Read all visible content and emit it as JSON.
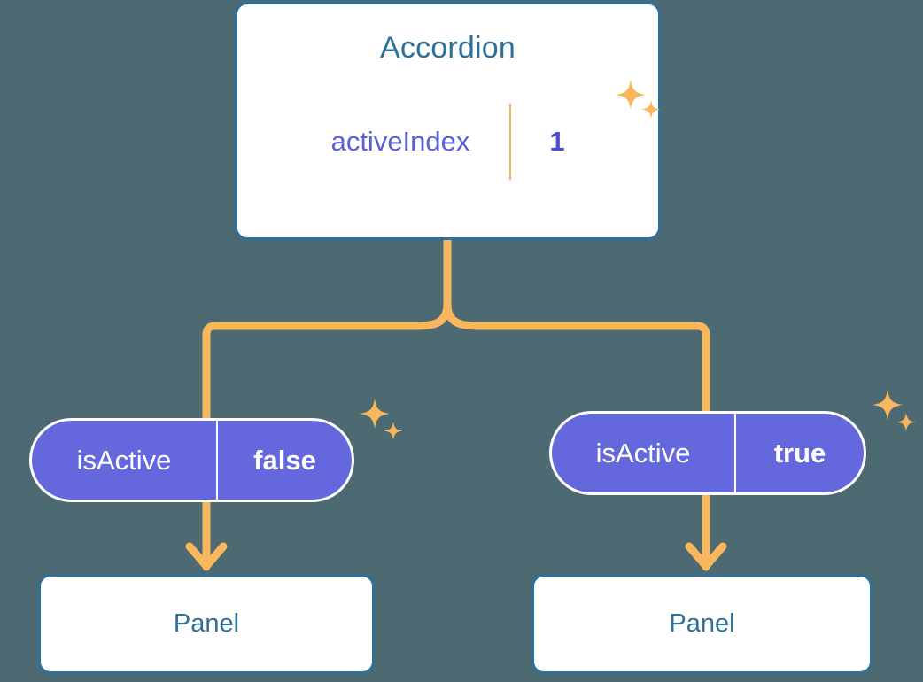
{
  "background_color": "#4d6a73",
  "colors": {
    "card_border": "#2d7099",
    "card_title": "#2d7099",
    "pill_ring": "#f8b75c",
    "pill_halo": "#fbdfb1",
    "pill_fill_solid": "#6468dc",
    "pill_text_purple": "#5b5fd9",
    "pill_text_white": "#ffffff",
    "connector": "#f8b75c",
    "panel_background": "#ffffff"
  },
  "root": {
    "title": "Accordion",
    "state_badge": {
      "key": "activeIndex",
      "value": "1"
    },
    "sparkle_icon": "sparkle-icon"
  },
  "children": [
    {
      "id": "left",
      "prop_badge": {
        "key": "isActive",
        "value": "false"
      },
      "arrow_icon": "arrow-down-icon",
      "panel": {
        "title": "Panel"
      },
      "sparkle_icon": "sparkle-icon"
    },
    {
      "id": "right",
      "prop_badge": {
        "key": "isActive",
        "value": "true"
      },
      "arrow_icon": "arrow-down-icon",
      "panel": {
        "title": "Panel"
      },
      "sparkle_icon": "sparkle-icon"
    }
  ]
}
